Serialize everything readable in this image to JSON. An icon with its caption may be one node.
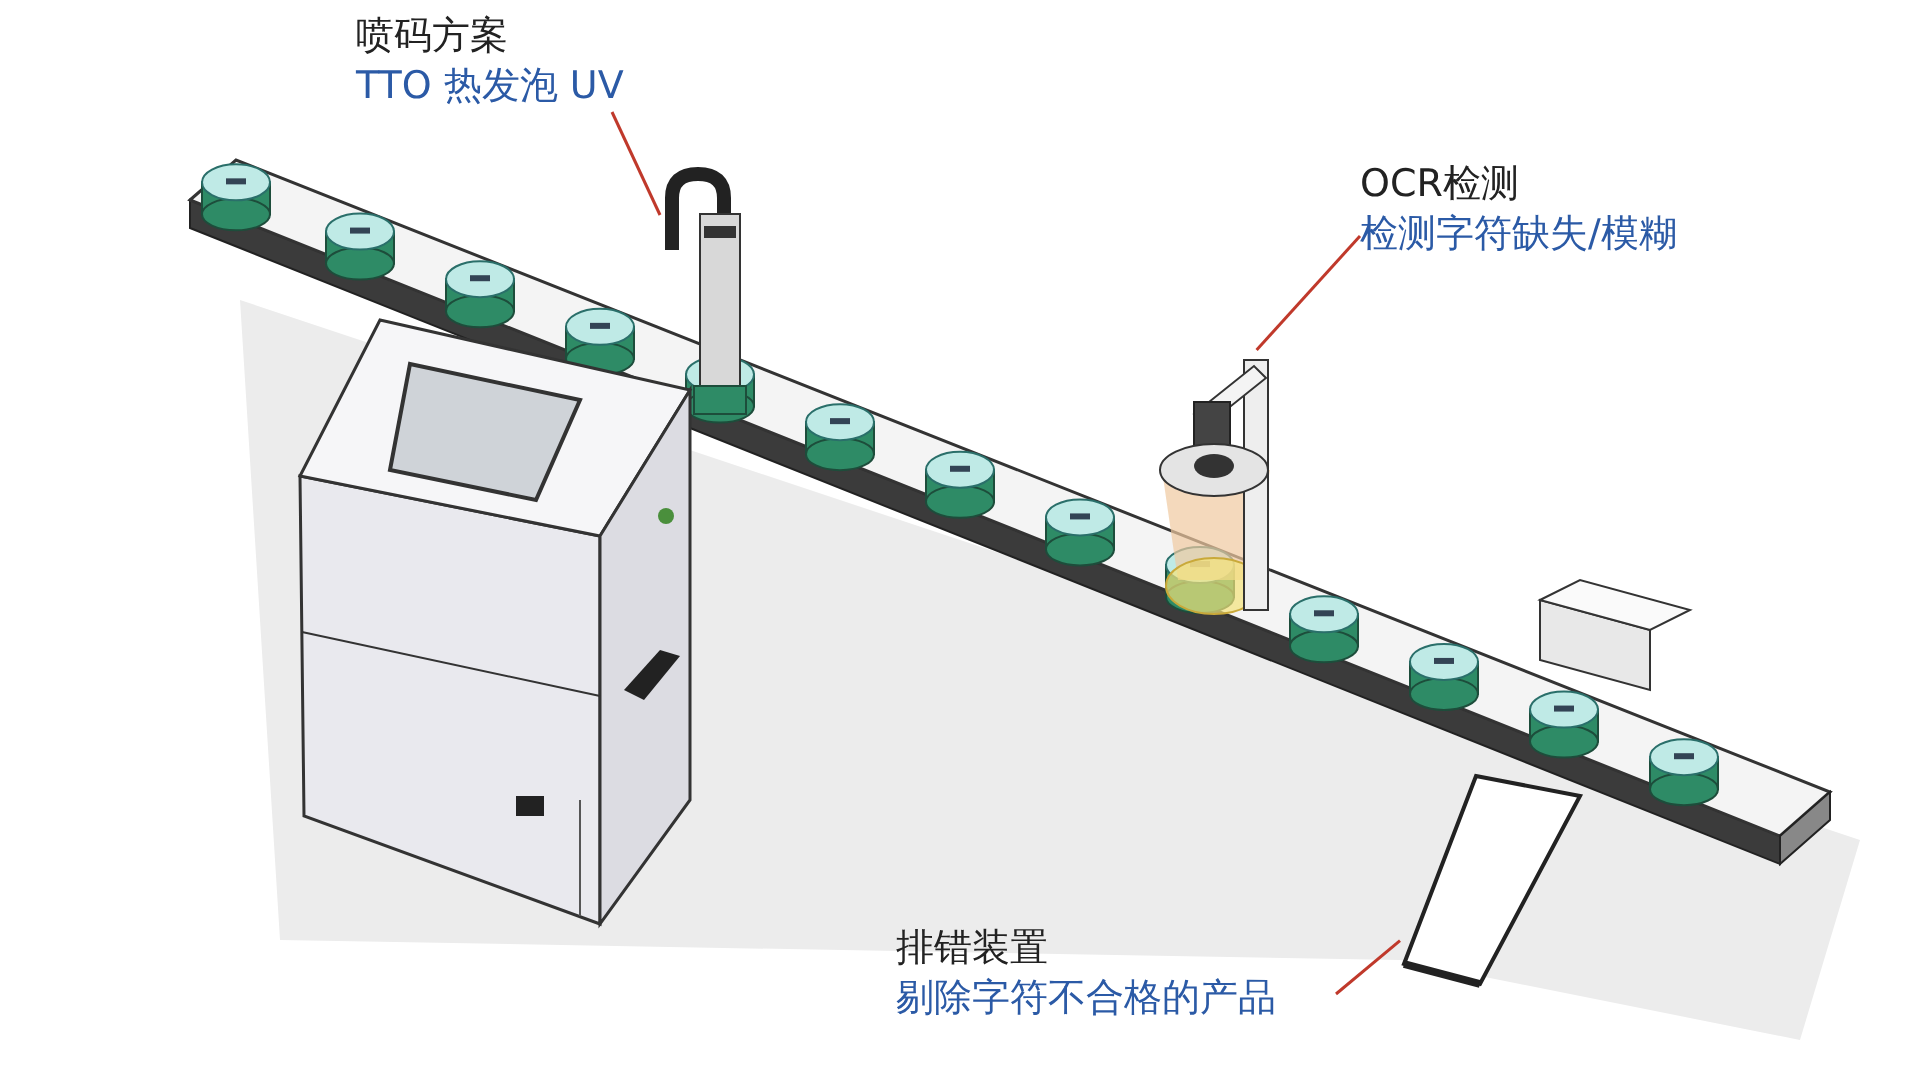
{
  "diagram": {
    "nodes": [
      {
        "text": [
          "喷码方案",
          "TTO 热发泡 UV"
        ]
      },
      {
        "text": [],
        "shape": "picture"
      },
      {
        "text": [
          "OCR检测",
          "检测字符缺失/模糊"
        ]
      },
      {
        "text": [],
        "shape": "picture"
      },
      {
        "text": [
          "排错装置",
          "剔除字符不合格的产品"
        ]
      },
      {
        "text": [],
        "shape": "picture"
      }
    ],
    "edges": [
      {
        "from": 0,
        "to": 1,
        "arrow": "none"
      },
      {
        "from": 2,
        "to": 3,
        "arrow": "none"
      },
      {
        "from": 4,
        "to": 5,
        "arrow": "none"
      }
    ]
  }
}
